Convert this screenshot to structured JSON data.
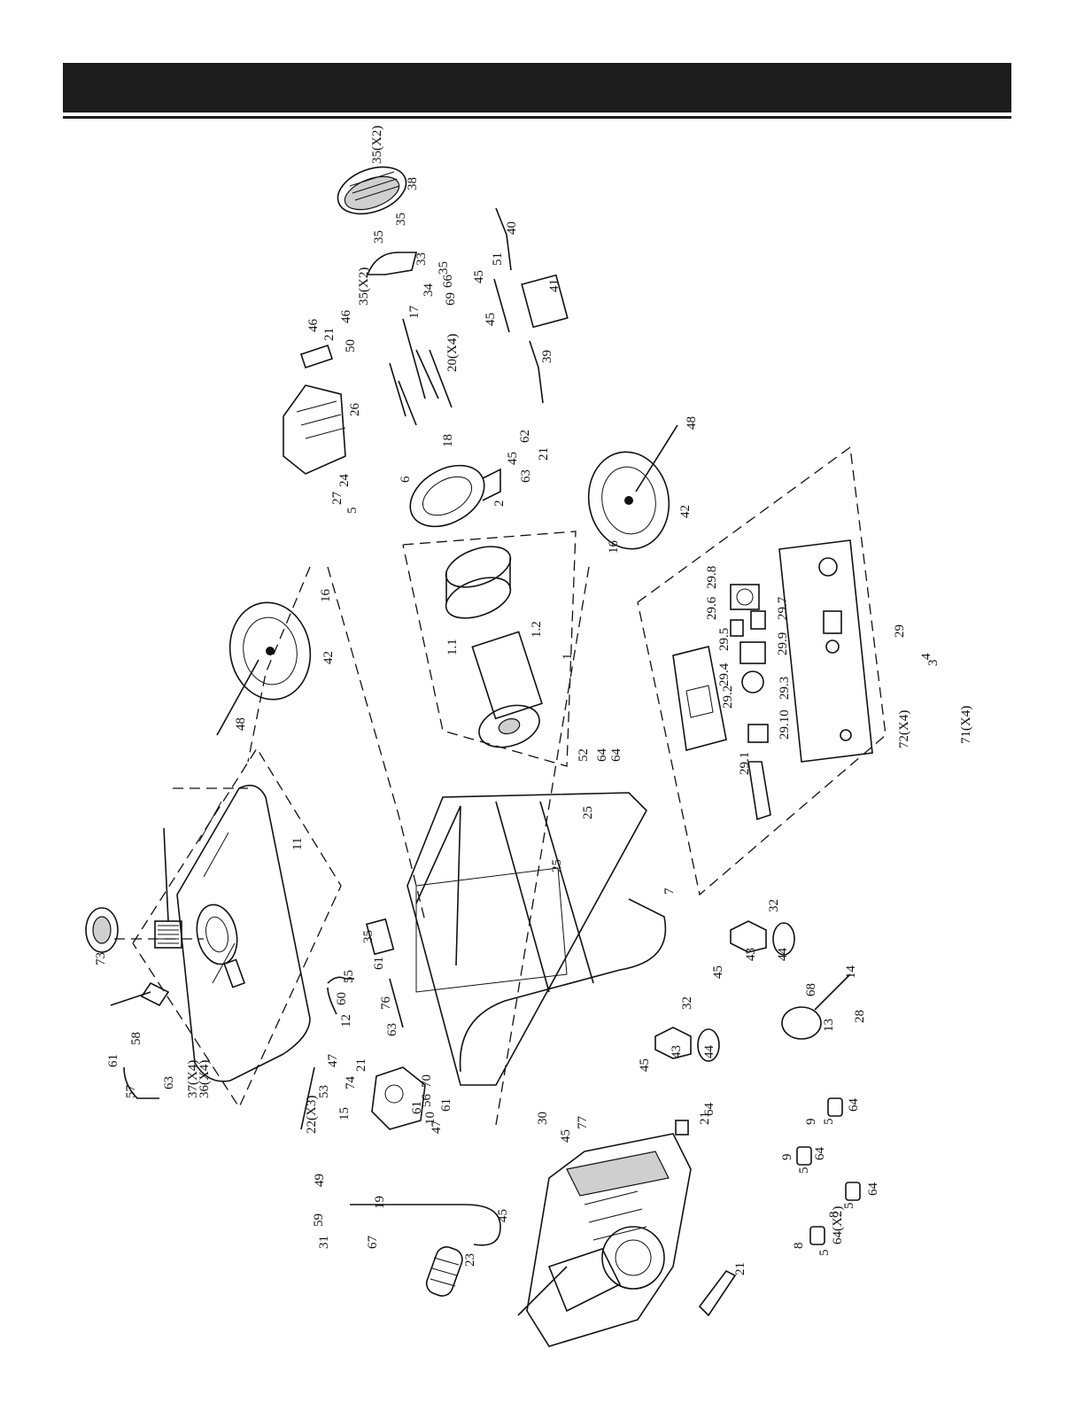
{
  "header": {
    "title": ""
  },
  "labels": [
    "35(X2)",
    "38",
    "35",
    "35",
    "33",
    "35",
    "66",
    "34",
    "69",
    "35(X2)",
    "17",
    "46",
    "21",
    "46",
    "50",
    "20(X4)",
    "26",
    "18",
    "45",
    "62",
    "21",
    "63",
    "6",
    "24",
    "27",
    "5",
    "2",
    "40",
    "51",
    "45",
    "45",
    "41",
    "39",
    "48",
    "42",
    "16",
    "16",
    "42",
    "48",
    "1.1",
    "1.2",
    "1",
    "52",
    "64",
    "64",
    "29.8",
    "29.6",
    "29.7",
    "29.5",
    "29.9",
    "29.4",
    "29.2",
    "29.3",
    "29.10",
    "29.1",
    "29",
    "4",
    "3",
    "72(X4)",
    "71(X4)",
    "25",
    "25",
    "7",
    "11",
    "73",
    "35",
    "61",
    "55",
    "60",
    "76",
    "12",
    "63",
    "32",
    "43",
    "44",
    "45",
    "32",
    "43",
    "44",
    "45",
    "68",
    "14",
    "13",
    "28",
    "58",
    "61",
    "57",
    "63",
    "37(X4)",
    "36(X4)",
    "47",
    "53",
    "21",
    "74",
    "70",
    "56",
    "61",
    "61",
    "10",
    "47",
    "22(X3)",
    "15",
    "30",
    "45",
    "77",
    "21",
    "64",
    "9",
    "5",
    "64",
    "9",
    "5",
    "64",
    "8",
    "5",
    "64",
    "8",
    "5",
    "64(X2)",
    "49",
    "59",
    "19",
    "45",
    "31",
    "67",
    "23",
    "21"
  ]
}
